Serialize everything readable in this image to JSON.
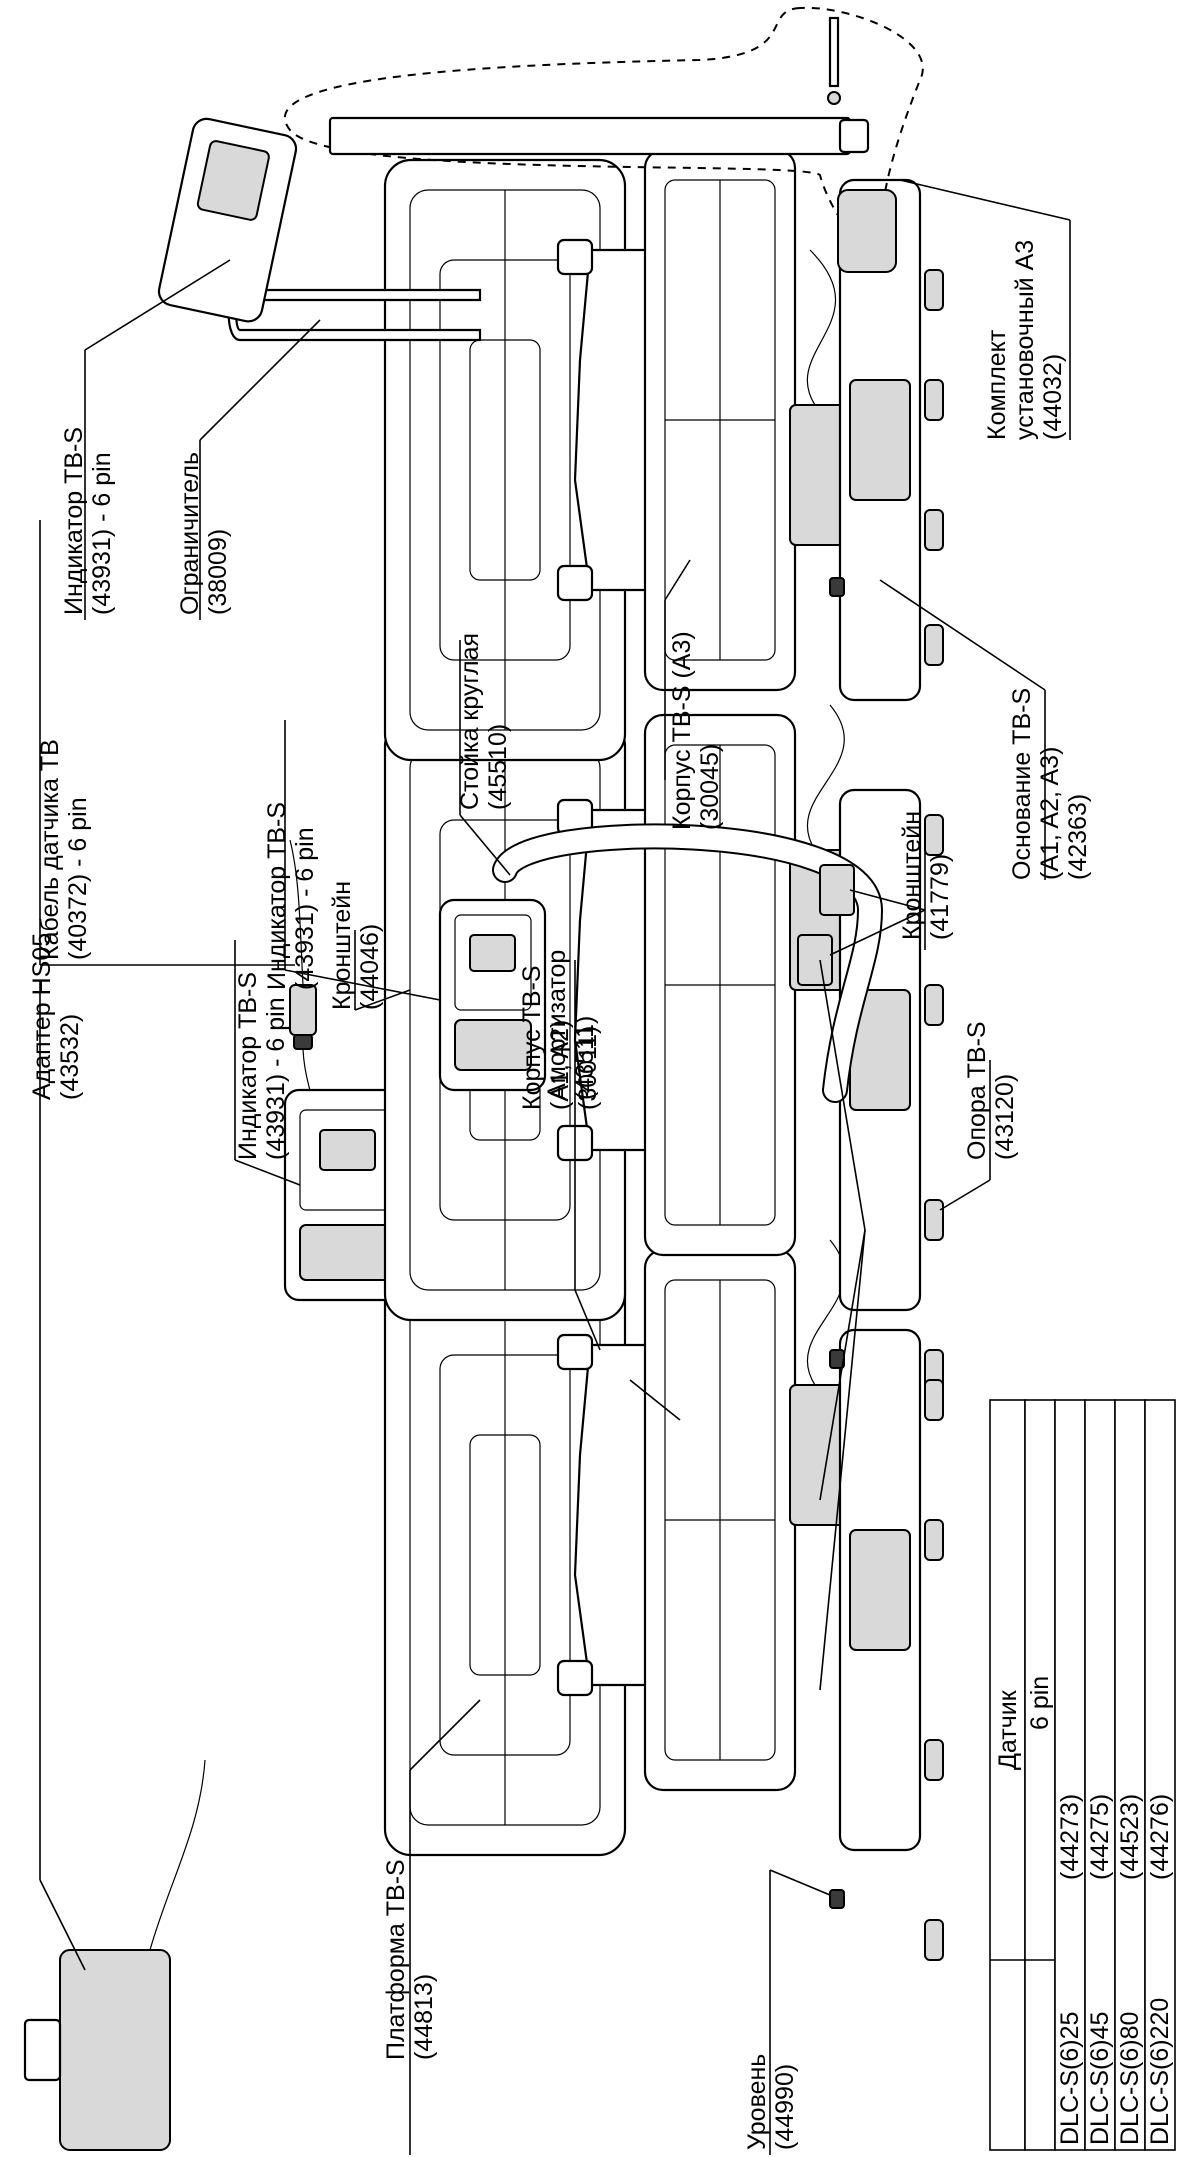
{
  "labels": {
    "adapter_name": "Адаптер HS05",
    "adapter_code": "(43532)",
    "platform_name": "Платформа TB-S",
    "platform_code": "(44813)",
    "level_name": "Уровень",
    "level_code": "(44990)",
    "indicator_a_name": "Индикатор TB-S",
    "indicator_a_code": "(43931) - 6 pin",
    "bracket_a_name": "Кронштейн",
    "bracket_a_code": "(44046)",
    "damper_name": "Амортизатор",
    "damper_code": "(43511)",
    "housing_a12_name": "Корпус TB-S",
    "housing_a12_variant": "(A1, A2)",
    "housing_a12_code": "(30011)",
    "cable_name": "Кабель датчика TB",
    "cable_code": "(40372) - 6 pin",
    "indicator_b_name": "Индикатор TB-S",
    "indicator_b_code": "(43931) - 6 pin",
    "pole_name": "Стойка круглая",
    "pole_code": "(45510)",
    "foot_name": "Опора TB-S",
    "foot_code": "(43120)",
    "bracket_b_name": "Кронштейн",
    "bracket_b_code": "(41779)",
    "indicator_c_name": "Индикатор TB-S",
    "indicator_c_code": "(43931) - 6 pin",
    "limiter_name": "Ограничитель",
    "limiter_code": "(38009)",
    "housing_a3_name": "Корпус TB-S (A3)",
    "housing_a3_code": "(30045)",
    "base_name": "Основание TB-S",
    "base_variant": "(A1, A2, A3)",
    "base_code": "(42363)",
    "kit_name_1": "Комплект",
    "kit_name_2": "установочный А3",
    "kit_code": "(44032)"
  },
  "sensor_table": {
    "title": "Датчик",
    "subtitle": "6 pin",
    "rows": [
      {
        "model": "DLC-S(6)25",
        "code": "(44273)"
      },
      {
        "model": "DLC-S(6)45",
        "code": "(44275)"
      },
      {
        "model": "DLC-S(6)80",
        "code": "(44523)"
      },
      {
        "model": "DLC-S(6)220",
        "code": "(44276)"
      }
    ]
  }
}
